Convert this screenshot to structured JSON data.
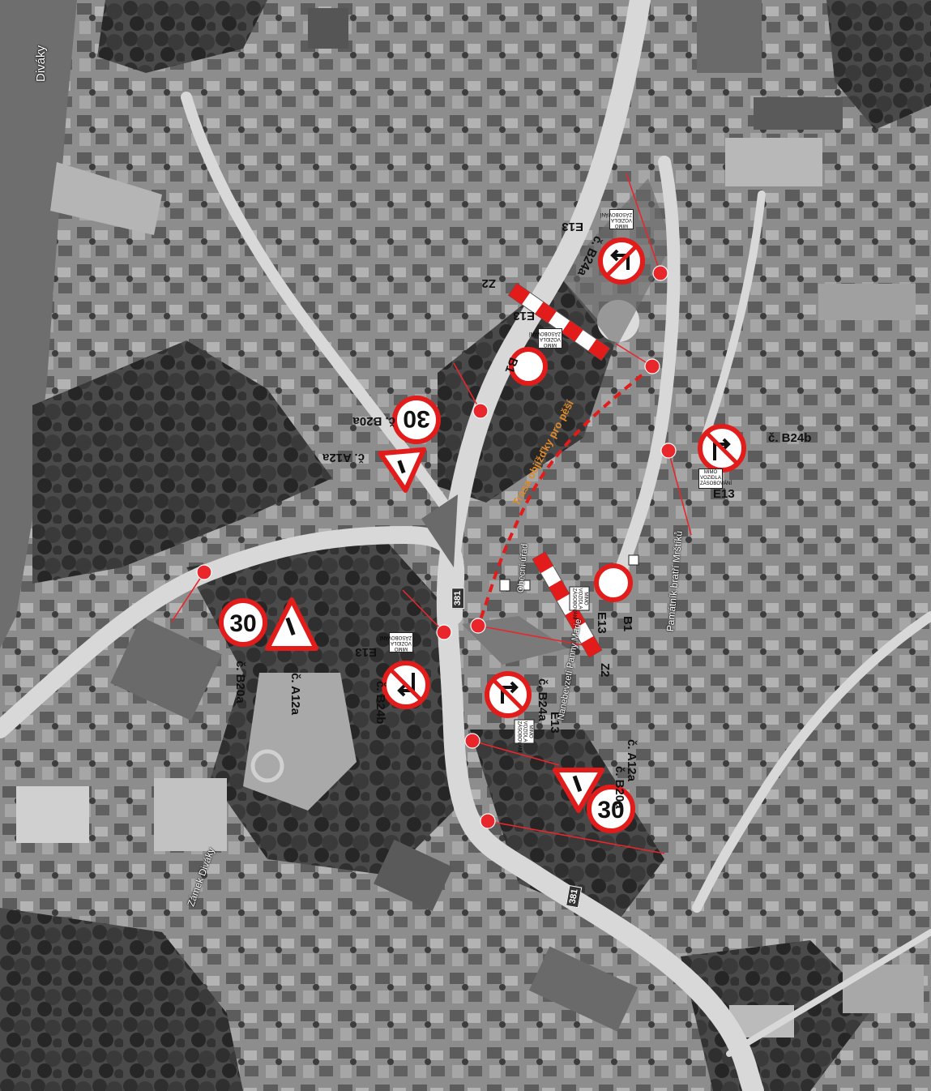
{
  "map": {
    "place_labels": {
      "divaky": "Diváky",
      "zamek": "Zámek Diváky",
      "pamatnik": "Památník bratří Mrštíků",
      "obecni_urad": "Obecní úřad",
      "nanebevzeti": "Nanebevzetí Panny Marie"
    },
    "road_number": "381",
    "route_label": "Trasa objížďky pro pěší",
    "temp_tag_text": "MIMO VOZIDLA ZÁSOBOVÁNÍ",
    "sign_codes": {
      "b20a": "č. B20a",
      "a12a": "č. A12a",
      "b24a": "č. B24a",
      "b24b": "č. B24b",
      "b1": "B1",
      "e13": "E13",
      "z2": "Z2"
    },
    "speed_limit": "30",
    "colors": {
      "sign_red": "#e21b1b",
      "marker_red": "#e8262b",
      "route_red": "#e21b1b",
      "route_label": "#e08a2a"
    }
  }
}
